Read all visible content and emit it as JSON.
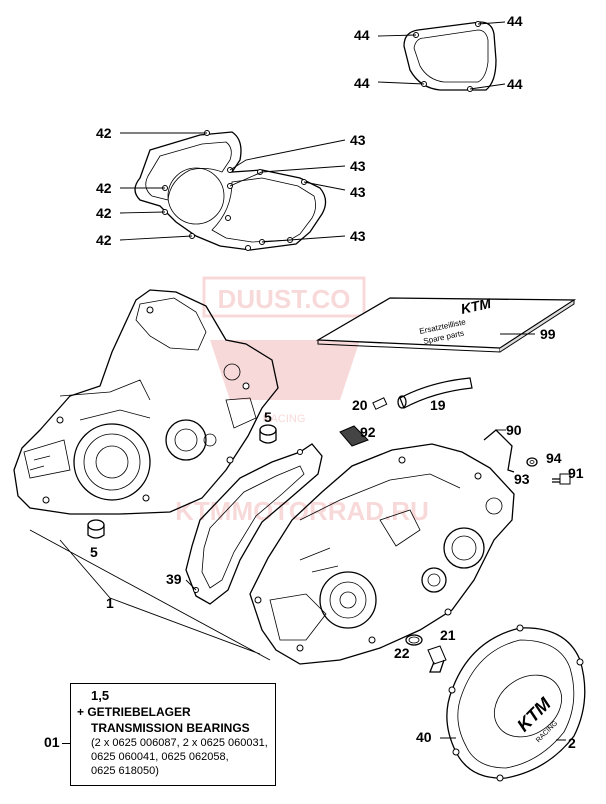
{
  "callouts": {
    "c44a": "44",
    "c44b": "44",
    "c44c": "44",
    "c44d": "44",
    "c42a": "42",
    "c42b": "42",
    "c42c": "42",
    "c42d": "42",
    "c43a": "43",
    "c43b": "43",
    "c43c": "43",
    "c43d": "43",
    "c99": "99",
    "c19": "19",
    "c20": "20",
    "c92": "92",
    "c5a": "5",
    "c5b": "5",
    "c90": "90",
    "c94": "94",
    "c93": "93",
    "c91": "91",
    "c39": "39",
    "c1": "1",
    "c21": "21",
    "c22": "22",
    "c40": "40",
    "c2": "2"
  },
  "booklet": {
    "brand": "KTM",
    "text1": "Ersatzteilliste",
    "text2": "Spare parts"
  },
  "cover_logo": {
    "brand": "KTM",
    "sub": "RACING"
  },
  "watermark": {
    "text1": "DUUST.CO",
    "text2": "KTMMOTORRAD.RU",
    "sub": "RACING"
  },
  "legend": {
    "ref": "01",
    "line1": "1,5",
    "line2": "+ GETRIEBELAGER",
    "line3": "TRANSMISSION BEARINGS",
    "line4": "(2 x 0625 006087, 2 x 0625 060031,",
    "line5": "0625 060041, 0625 062058,",
    "line6": "0625 618050)"
  }
}
